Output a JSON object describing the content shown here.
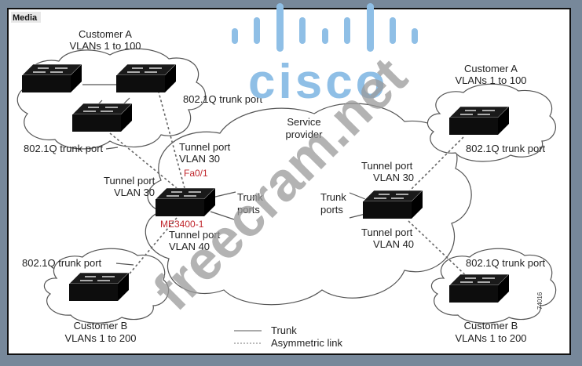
{
  "badge": "Media",
  "logo": {
    "text": "cisco",
    "color": "#8fbfe6"
  },
  "watermark": "freecram.net",
  "figure_id": "74016",
  "clouds": {
    "customer_a_left": {
      "title": "Customer A",
      "vlans": "VLANs 1 to 100"
    },
    "customer_a_right": {
      "title": "Customer A",
      "vlans": "VLANs 1 to 100"
    },
    "customer_b_left": {
      "title": "Customer B",
      "vlans": "VLANs 1 to 200"
    },
    "customer_b_right": {
      "title": "Customer B",
      "vlans": "VLANs 1 to 200"
    },
    "service_provider": {
      "line1": "Service",
      "line2": "provider"
    }
  },
  "labels": {
    "trunk_port_a_left_bottom": "802.1Q trunk port",
    "trunk_port_a_left_right": "802.1Q trunk port",
    "trunk_port_a_right": "802.1Q trunk port",
    "trunk_port_b_left": "802.1Q trunk port",
    "trunk_port_b_right": "802.1Q trunk port",
    "left_tunnel_top_l1": "Tunnel port",
    "left_tunnel_top_l2": "VLAN 30",
    "left_tunnel_side_l1": "Tunnel port",
    "left_tunnel_side_l2": "VLAN 30",
    "left_interface": "Fa0/1",
    "left_switch_name": "ME3400-1",
    "left_tunnel_bottom_l1": "Tunnel port",
    "left_tunnel_bottom_l2": "VLAN 40",
    "left_trunk_l1": "Trunk",
    "left_trunk_l2": "ports",
    "right_tunnel_top_l1": "Tunnel port",
    "right_tunnel_top_l2": "VLAN 30",
    "right_trunk_l1": "Trunk",
    "right_trunk_l2": "ports",
    "right_tunnel_bottom_l1": "Tunnel port",
    "right_tunnel_bottom_l2": "VLAN 40"
  },
  "legend": {
    "trunk": "Trunk",
    "asymmetric": "Asymmetric link"
  }
}
